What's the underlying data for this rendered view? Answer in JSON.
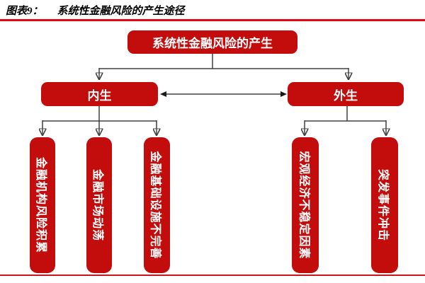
{
  "figure": {
    "label": "图表9：",
    "title": "系统性金融风险的产生途径"
  },
  "chart": {
    "root": "系统性金融风险的产生",
    "branches": [
      {
        "label": "内生",
        "children": [
          "金融机构风险积累",
          "金融市场动荡",
          "金融基础设施不完善"
        ]
      },
      {
        "label": "外生",
        "children": [
          "宏观经济不稳定因素",
          "突发事件冲击"
        ]
      }
    ]
  },
  "colors": {
    "node_red": "#c30d0d",
    "title_rule_red": "#e30613",
    "bottom_rule_red": "#c9161c",
    "connector": "#404040",
    "node_text": "#ffffff"
  }
}
